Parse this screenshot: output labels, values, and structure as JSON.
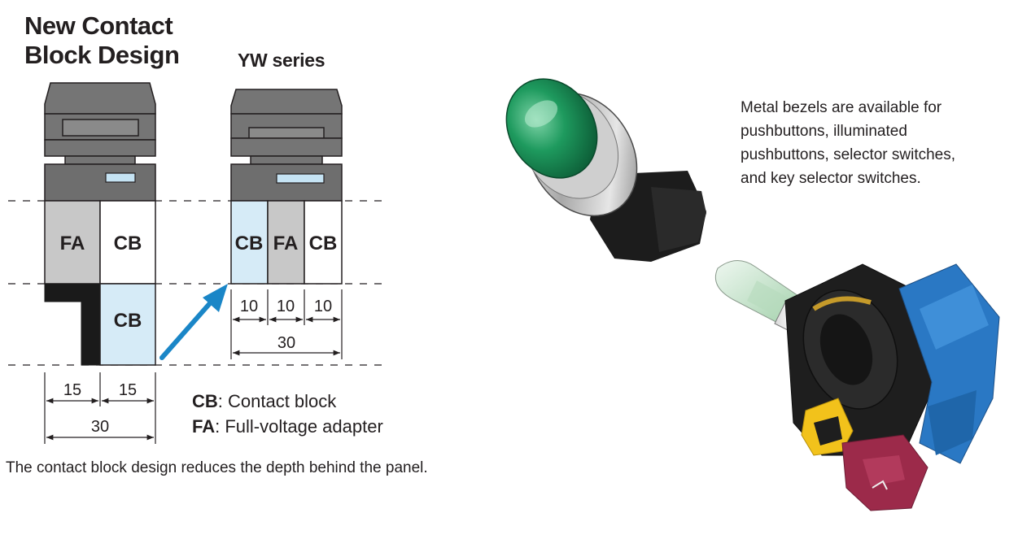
{
  "title": "New Contact Block Design",
  "title_lines": [
    "New Contact",
    "Block Design"
  ],
  "yw_title": "YW series",
  "new_design": {
    "blocks": [
      "FA",
      "CB",
      "CB"
    ],
    "dims": [
      "15",
      "15",
      "30"
    ]
  },
  "yw_design": {
    "blocks": [
      "CB",
      "FA",
      "CB"
    ],
    "dims": [
      "10",
      "10",
      "10",
      "30"
    ]
  },
  "legend": [
    {
      "abbr": "CB",
      "text": ": Contact block"
    },
    {
      "abbr": "FA",
      "text": ": Full-voltage adapter"
    }
  ],
  "caption": "The contact block design reduces the depth behind the panel.",
  "metal_note_lines": [
    "Metal bezels are available for",
    "pushbuttons, illuminated",
    "pushbuttons, selector switches,",
    "and key selector switches."
  ],
  "colors": {
    "fa_gray": "#c8c8c8",
    "cb_blue": "#d6ebf7",
    "housing_gray": "#6e6e6e",
    "arrow_blue": "#1a86c7",
    "black": "#1a1a1a"
  }
}
